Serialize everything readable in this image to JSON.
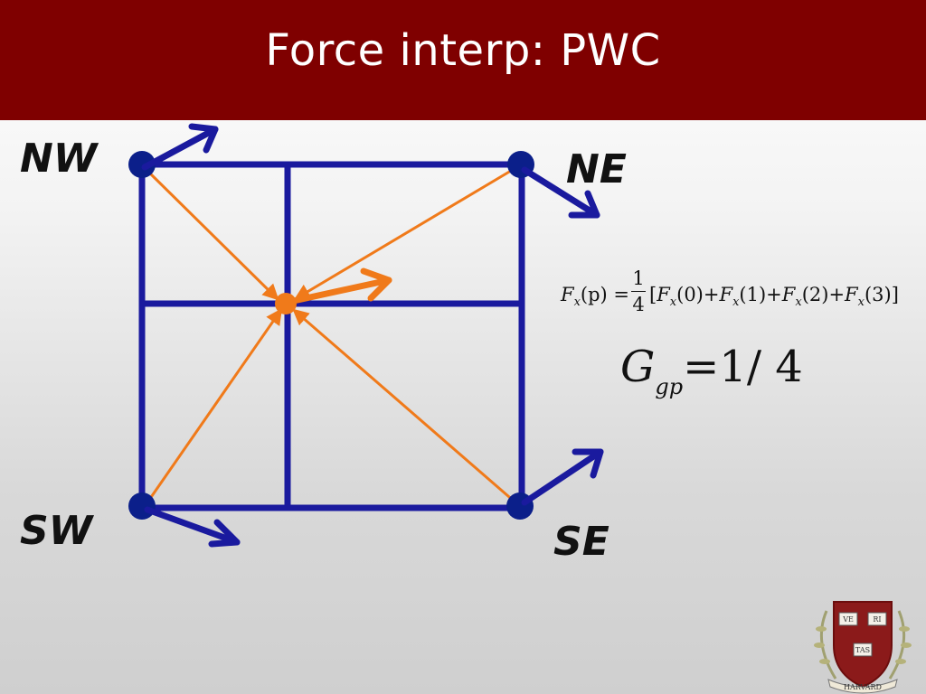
{
  "title": "Force interp: PWC",
  "corners": {
    "nw": "NW",
    "ne": "NE",
    "sw": "SW",
    "se": "SE"
  },
  "formula": {
    "lhs": "F",
    "lhs_sub": "x",
    "lhs_arg": "(p) =",
    "frac_num": "1",
    "frac_den": "4",
    "rhs": "[F(0)+F(1)+F(2)+F(3)]",
    "rhs_terms": [
      "(0)",
      "(1)",
      "(2)",
      "(3)"
    ],
    "term_sub": "x"
  },
  "gain": {
    "symbol": "G",
    "sub": "gp",
    "value": "=1/ 4"
  },
  "seal": {
    "ve": "VE",
    "ri": "RI",
    "tas": "TAS",
    "name": "HARVARD"
  },
  "colors": {
    "title_bg": "#7f0000",
    "grid": "#1a1a9e",
    "interp": "#f07a1a",
    "node": "#0b1f8a"
  }
}
